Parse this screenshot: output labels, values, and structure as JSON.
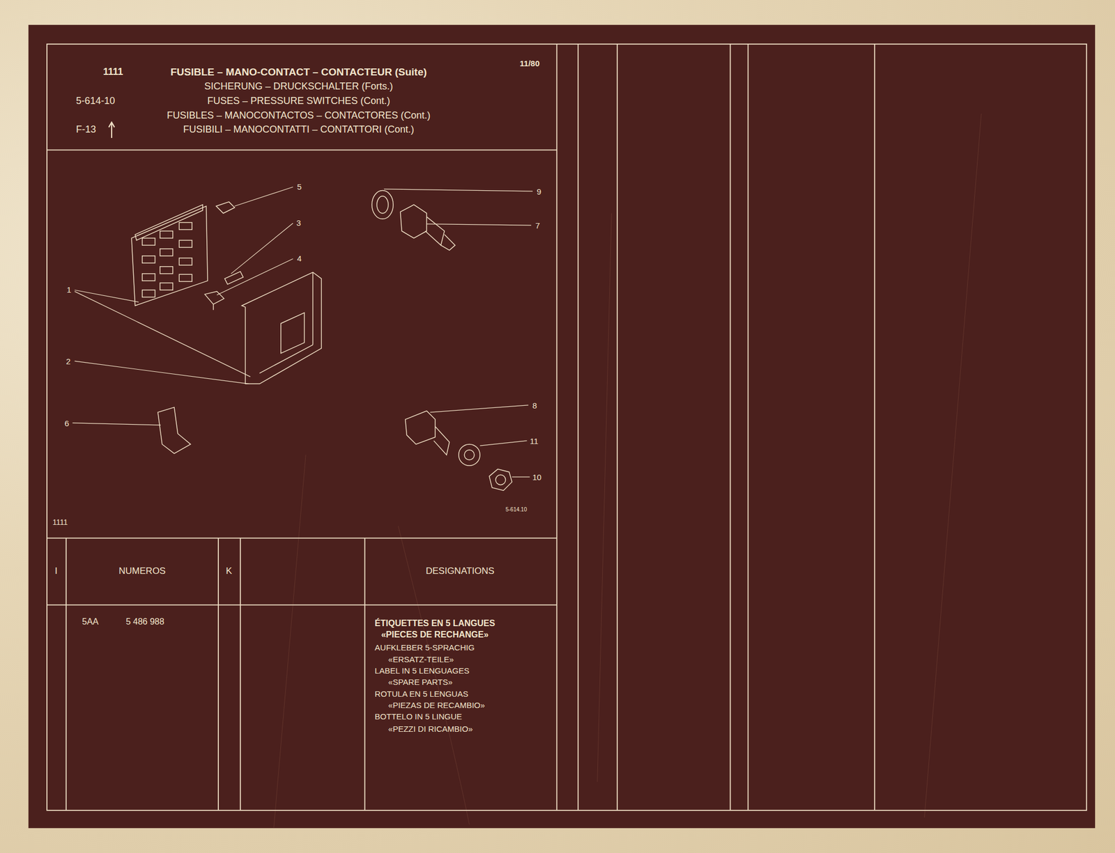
{
  "diagram": {
    "title": "FUSIBLE – MANO-CONTACT – CONTACTEUR (Suite)",
    "labels": [
      "1111",
      "11/80",
      "SICHERUNG – DRUCKSCHALTER (Forts.)",
      "5-614-10",
      "FUSES – PRESSURE SWITCHES (Cont.)",
      "FUSIBLES – MANOCONTACTOS – CONTACTORES (Cont.)",
      "F-13",
      "FUSIBILI – MANOCONTATTI – CONTATTORI (Cont.)",
      "5",
      "3",
      "4",
      "1",
      "2",
      "6",
      "9",
      "7",
      "8",
      "11",
      "10",
      "1111",
      "5-614.10",
      "I",
      "NUMEROS",
      "K",
      "DESIGNATIONS",
      "5AA",
      "5 486 988",
      "ÉTIQUETTES EN 5 LANGUES",
      "«PIECES DE RECHANGE»",
      "AUFKLEBER 5-SPRACHIG",
      "«ERSATZ-TEILE»",
      "LABEL IN 5 LENGUAGES",
      "«SPARE PARTS»",
      "ROTULA EN 5 LENGUAS",
      "«PIEZAS DE RECAMBIO»",
      "BOTTELO IN 5 LINGUE",
      "«PEZZI DI RICAMBIO»"
    ]
  }
}
